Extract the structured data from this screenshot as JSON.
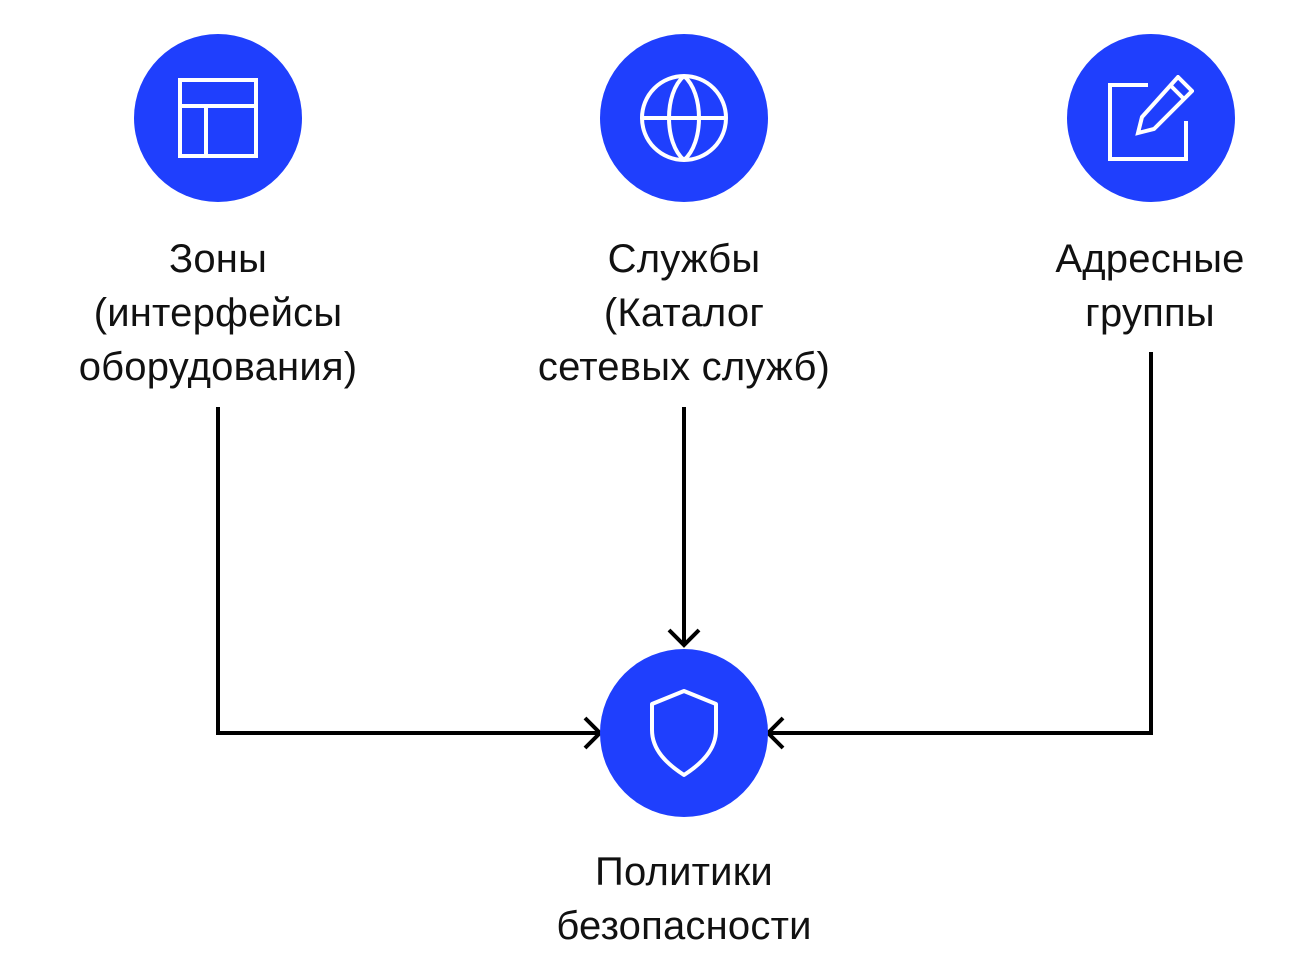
{
  "diagram": {
    "accent_color": "#1f3ffd",
    "line_color": "#000000",
    "background": "#ffffff",
    "nodes": {
      "zones": {
        "icon": "layout-icon",
        "label_lines": [
          "Зоны",
          "(интерфейсы",
          "оборудования)"
        ]
      },
      "services": {
        "icon": "globe-icon",
        "label_lines": [
          "Службы",
          "(Каталог",
          "сетевых служб)"
        ]
      },
      "address_groups": {
        "icon": "edit-icon",
        "label_lines": [
          "Адресные",
          "группы"
        ]
      },
      "policies": {
        "icon": "shield-icon",
        "label_lines": [
          "Политики",
          "безопасности"
        ]
      }
    },
    "edges": [
      {
        "from": "zones",
        "to": "policies"
      },
      {
        "from": "services",
        "to": "policies"
      },
      {
        "from": "address_groups",
        "to": "policies"
      }
    ]
  }
}
